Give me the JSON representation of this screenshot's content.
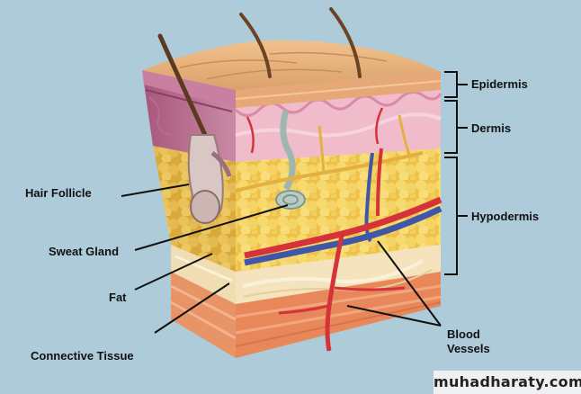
{
  "labels": {
    "epidermis": "Epidermis",
    "dermis": "Dermis",
    "hypodermis": "Hypodermis",
    "hair_follicle": "Hair Follicle",
    "sweat_gland": "Sweat Gland",
    "fat": "Fat",
    "connective_tissue": "Connective Tissue",
    "blood_vessels_line1": "Blood",
    "blood_vessels_line2": "Vessels"
  },
  "watermark": "muhadharaty.com",
  "colors": {
    "background": "#aecbd9",
    "epidermis": "#e8b27c",
    "dermis": "#efb9c8",
    "fat": "#f1cc55",
    "connective": "#f3e0b8",
    "muscle": "#e98a5c",
    "artery": "#d6323a",
    "vein": "#3f57a8",
    "nerve": "#e4b040",
    "hair": "#6b4426"
  },
  "icons": [
    "skin-block-illustration"
  ]
}
